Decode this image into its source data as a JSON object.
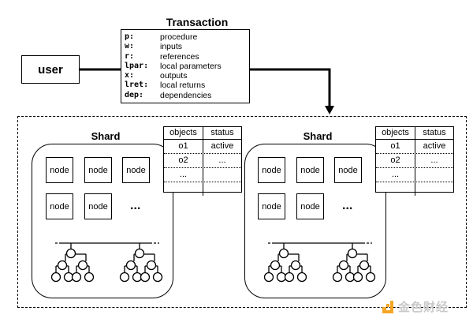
{
  "transaction": {
    "title": "Transaction",
    "fields": [
      {
        "key": "p:",
        "label": "procedure"
      },
      {
        "key": "w:",
        "label": "inputs"
      },
      {
        "key": "r:",
        "label": "references"
      },
      {
        "key": "lpar:",
        "label": "local parameters"
      },
      {
        "key": "x:",
        "label": "outputs"
      },
      {
        "key": "lret:",
        "label": "local returns"
      },
      {
        "key": "dep:",
        "label": "dependencies"
      }
    ]
  },
  "user": {
    "label": "user"
  },
  "shards": [
    {
      "label": "Shard",
      "nodes": [
        "node",
        "node",
        "node",
        "node",
        "node"
      ],
      "more": "...",
      "objects_table": {
        "headers": [
          "objects",
          "status"
        ],
        "rows": [
          [
            "o1",
            "active"
          ],
          [
            "o2",
            "..."
          ],
          [
            "...",
            ""
          ],
          [
            "",
            ""
          ]
        ]
      }
    },
    {
      "label": "Shard",
      "nodes": [
        "node",
        "node",
        "node",
        "node",
        "node"
      ],
      "more": "...",
      "objects_table": {
        "headers": [
          "objects",
          "status"
        ],
        "rows": [
          [
            "o1",
            "active"
          ],
          [
            "o2",
            "..."
          ],
          [
            "...",
            ""
          ],
          [
            "",
            ""
          ]
        ]
      }
    }
  ],
  "watermark": {
    "text": "金色财经",
    "accent_color": "#f5a623"
  }
}
